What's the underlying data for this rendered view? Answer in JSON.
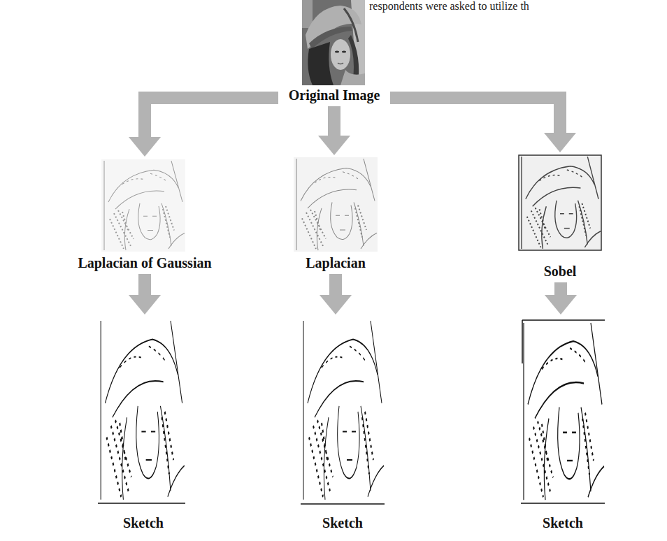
{
  "diagram": {
    "nodes": [
      {
        "text": [
          "Original Image"
        ]
      },
      {
        "text": [
          "Laplacian of Gaussian"
        ]
      },
      {
        "text": [
          "Laplacian"
        ]
      },
      {
        "text": [
          "Sobel"
        ]
      },
      {
        "text": [
          "Sketch"
        ]
      },
      {
        "text": [
          "Sketch"
        ]
      },
      {
        "text": [
          "Sketch"
        ]
      }
    ],
    "edges": [
      {
        "from": 0,
        "to": 1,
        "arrow": "to"
      },
      {
        "from": 0,
        "to": 2,
        "arrow": "to"
      },
      {
        "from": 0,
        "to": 3,
        "arrow": "to"
      },
      {
        "from": 1,
        "to": 4,
        "arrow": "to"
      },
      {
        "from": 2,
        "to": 5,
        "arrow": "to"
      },
      {
        "from": 3,
        "to": 6,
        "arrow": "to"
      }
    ],
    "labels": [
      "respondents were asked to utilize th"
    ]
  }
}
